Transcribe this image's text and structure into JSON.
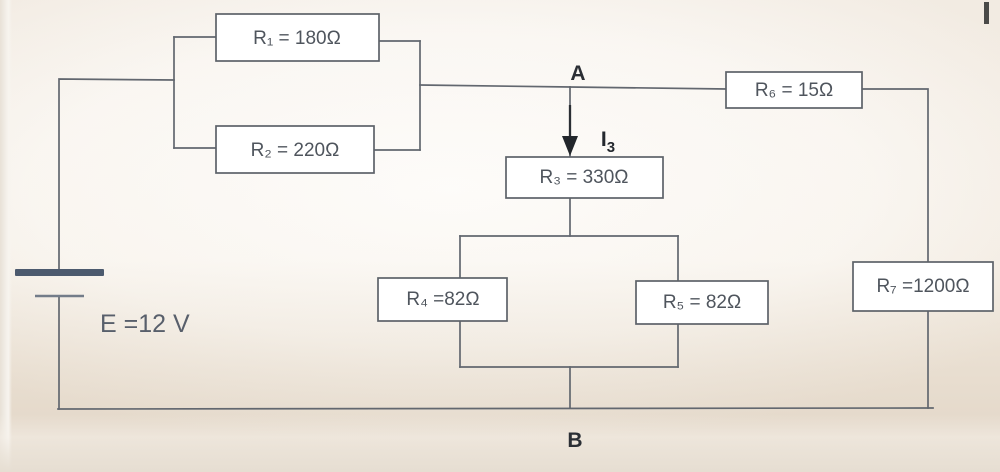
{
  "diagram": {
    "title": "resistor-network-circuit",
    "source": {
      "name": "E",
      "label": "E =12 V",
      "voltage": "12 V",
      "symbol": "battery-icon"
    },
    "nodes": [
      {
        "id": "A",
        "label": "A"
      },
      {
        "id": "B",
        "label": "B"
      }
    ],
    "currents": [
      {
        "id": "I3",
        "label": "I",
        "subscript": "3",
        "direction": "down"
      }
    ],
    "resistors": [
      {
        "id": "R1",
        "name": "R",
        "subscript": "1",
        "text": "R₁ = 180Ω",
        "prefix": "R",
        "sep": " = ",
        "value": "180Ω"
      },
      {
        "id": "R2",
        "name": "R",
        "subscript": "2",
        "text": "R₂ = 220Ω",
        "prefix": "R",
        "sep": " = ",
        "value": "220Ω"
      },
      {
        "id": "R3",
        "name": "R",
        "subscript": "3",
        "text": "R₃ = 330Ω",
        "prefix": "R",
        "sep": " = ",
        "value": "330Ω"
      },
      {
        "id": "R4",
        "name": "R",
        "subscript": "4",
        "text": "R₄ =82Ω",
        "prefix": "R",
        "sep": " =",
        "value": "82Ω"
      },
      {
        "id": "R5",
        "name": "R",
        "subscript": "5",
        "text": "R₅ = 82Ω",
        "prefix": "R",
        "sep": " = ",
        "value": "82Ω"
      },
      {
        "id": "R6",
        "name": "R",
        "subscript": "6",
        "text": "R₆ = 15Ω",
        "prefix": "R",
        "sep": " = ",
        "value": "15Ω"
      },
      {
        "id": "R7",
        "name": "R",
        "subscript": "7",
        "text": "R₇ =1200Ω",
        "prefix": "R",
        "sep": " =",
        "value": "1200Ω"
      }
    ],
    "colors": {
      "wire": "#62676f",
      "box_stroke": "#5d6269",
      "label_text": "#4f555d",
      "node_text": "#2b2f35",
      "battery_plate": "#4c5a6e",
      "paper": "#fdfcfa"
    }
  }
}
